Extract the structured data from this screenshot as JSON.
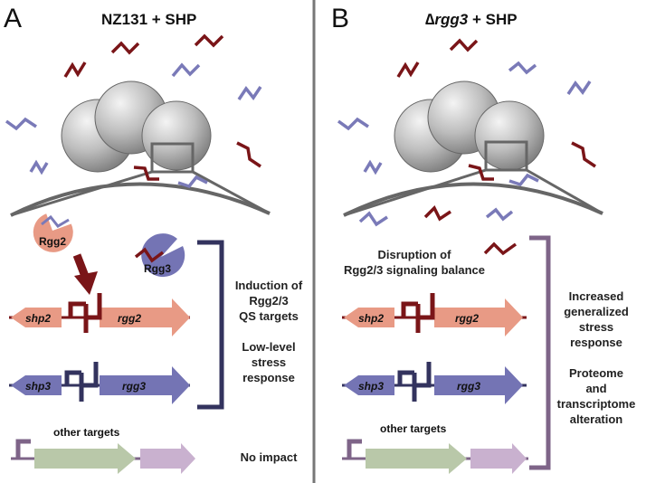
{
  "panelA": {
    "letter": "A",
    "title": "NZ131 + SHP",
    "rgg2_label": "Rgg2",
    "rgg3_label": "Rgg3",
    "shp2": "shp2",
    "rgg2": "rgg2",
    "shp3": "shp3",
    "rgg3": "rgg3",
    "other_targets": "other targets",
    "induction": [
      "Induction of",
      "Rgg2/3",
      "QS targets"
    ],
    "stress": [
      "Low-level",
      "stress",
      "response"
    ],
    "no_impact": "No impact"
  },
  "panelB": {
    "letter": "B",
    "title_symbol": "∆",
    "title_gene": "rgg3",
    "title_rest": " + SHP",
    "disruption": [
      "Disruption of",
      "Rgg2/3 signaling balance"
    ],
    "shp2": "shp2",
    "rgg2": "rgg2",
    "shp3": "shp3",
    "rgg3": "rgg3",
    "other_targets": "other targets",
    "increased": [
      "Increased",
      "generalized",
      "stress",
      "response"
    ],
    "proteome": [
      "Proteome",
      "and",
      "transcriptome",
      "alteration"
    ]
  },
  "colors": {
    "rgg2_fill": "#e89a85",
    "rgg3_fill": "#7474b4",
    "shp_red": "#7a1518",
    "shp_blue": "#7a7ab8",
    "dark_navy": "#33335e",
    "bracket_b": "#7e6488",
    "other_green": "#b9c8a9",
    "other_lilac": "#c9b1cf",
    "divider": "#777777"
  }
}
